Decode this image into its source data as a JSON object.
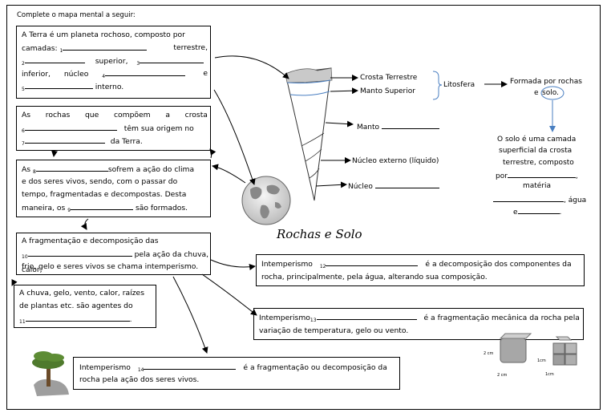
{
  "header": {
    "instruction": "Complete o mapa mental a seguir:"
  },
  "title": "Rochas e Solo",
  "box1": {
    "line1": "A Terra é um planeta rochoso, composto por",
    "line2a": "camadas:",
    "n1": "1",
    "line2b": "terrestre,",
    "n2": "2",
    "line3a": "superior,",
    "n3": "3",
    "line4a": "inferior,",
    "line4b": "núcleo",
    "n4": "4",
    "line4c": "e",
    "n5": "5",
    "line5": "interno."
  },
  "box2": {
    "line1a": "As",
    "line1b": "rochas",
    "line1c": "que",
    "line1d": "compõem",
    "line1e": "a",
    "line1f": "crosta",
    "n6": "6",
    "line2": "têm sua origem  no",
    "n7": "7",
    "line3": "da Terra."
  },
  "box3": {
    "line1a": "As",
    "n8": "8",
    "line1b": "sofrem a ação do clima",
    "line2": "e dos seres vivos, sendo, com o passar do",
    "line3": "tempo, fragmentadas e decompostas. Desta",
    "line4a": "maneira, os",
    "n9": "9",
    "line4b": "são formados."
  },
  "box4": {
    "line1": "A    fragmentação    e    decomposição    das",
    "n10": "10",
    "line2": "pela ação da chuva, calor,",
    "line3": "frio, gelo e seres vivos se chama intemperismo."
  },
  "box5": {
    "line1": "A chuva, gelo, vento, calor, raízes",
    "line2": "de plantas etc. são agentes do",
    "n11": "11",
    "line3": "."
  },
  "box6": {
    "label": "Intemperismo",
    "n12": "12",
    "line1b": "é a decomposição  dos componentes da",
    "line2": "rocha, principalmente, pela água, alterando sua composição."
  },
  "box7": {
    "label": "Intemperismo",
    "n13": "13",
    "line1b": "é a fragmentação  mecânica da rocha pela",
    "line2": "variação de temperatura, gelo ou vento."
  },
  "box8": {
    "label": "Intemperismo",
    "n14": "14",
    "line1b": "é a fragmentação ou decomposição da",
    "line2": "rocha pela ação dos seres vivos."
  },
  "earth_labels": {
    "crosta": "Crosta Terrestre",
    "manto_superior": "Manto Superior",
    "litosfera": "Litosfera",
    "formada": "Formada por rochas",
    "e": "e",
    "solo": "solo.",
    "manto": "Manto",
    "nucleo_externo": "Núcleo externo (líquido)",
    "nucleo": "Núcleo"
  },
  "solo_text": {
    "line1": "O solo é uma camada",
    "line2": "superficial da crosta",
    "line3": "terrestre, composto",
    "line4a": "por",
    "line4b": ",",
    "line5": "matéria",
    "line6": ", água",
    "line7a": "e",
    "line7b": "."
  },
  "cube_labels": {
    "a": "2 cm",
    "b": "2 cm",
    "c": "1cm",
    "d": "1cm"
  }
}
